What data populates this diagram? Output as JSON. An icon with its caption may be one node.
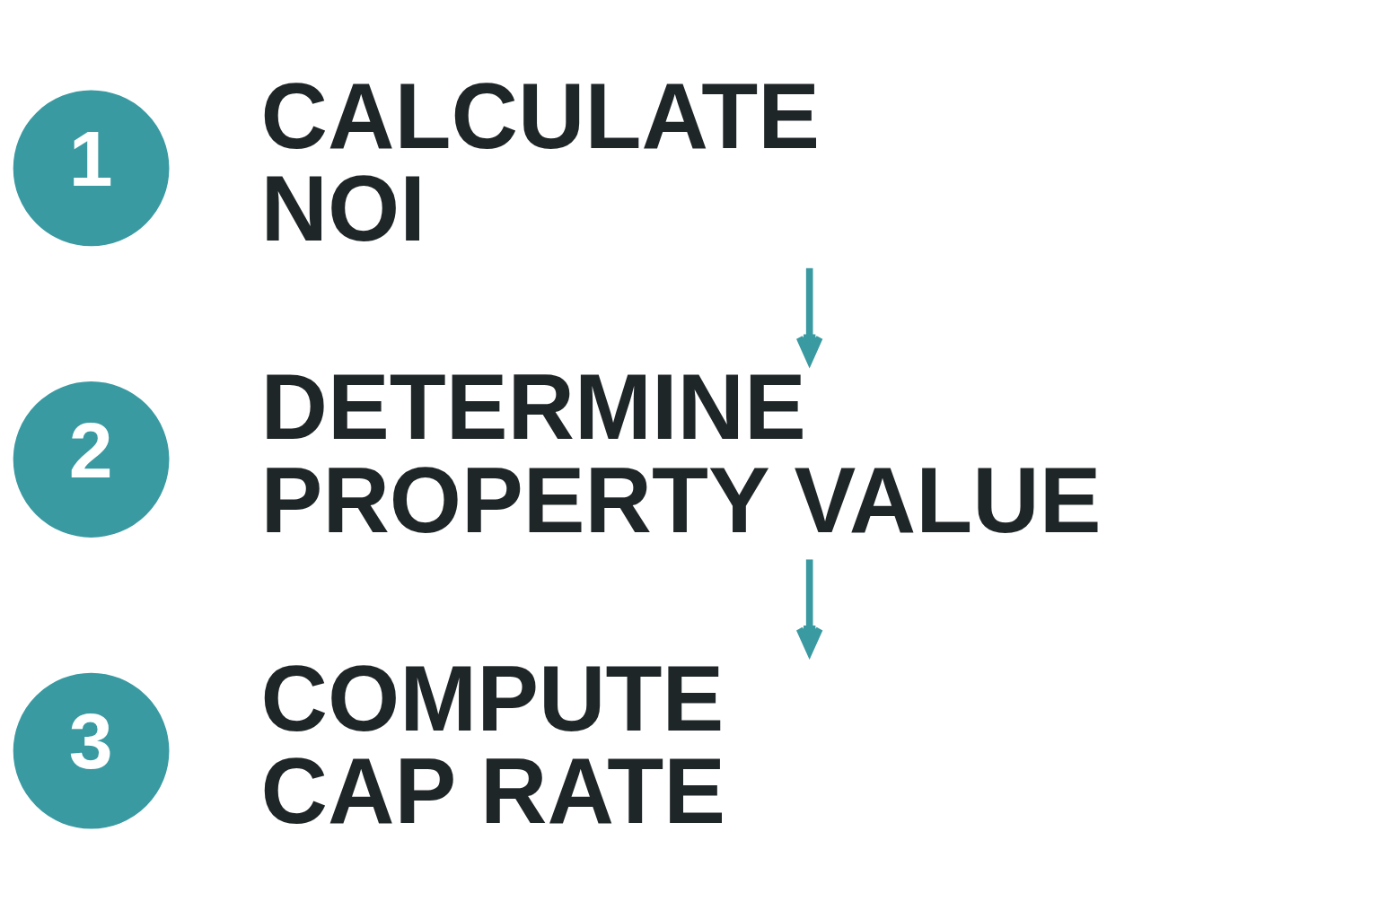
{
  "diagram": {
    "nodes": [
      {
        "text": [
          "1"
        ]
      },
      {
        "text": [
          "CALCULATE NOI"
        ]
      },
      {
        "text": [
          "2"
        ]
      },
      {
        "text": [
          "DETERMINE PROPERTY VALUE"
        ]
      },
      {
        "text": [
          "3"
        ]
      },
      {
        "text": [
          "COMPUTE CAP RATE"
        ]
      }
    ],
    "edges": [
      {
        "from": 1,
        "to": 3,
        "arrow": "to"
      },
      {
        "from": 3,
        "to": 5,
        "arrow": "to"
      }
    ]
  }
}
